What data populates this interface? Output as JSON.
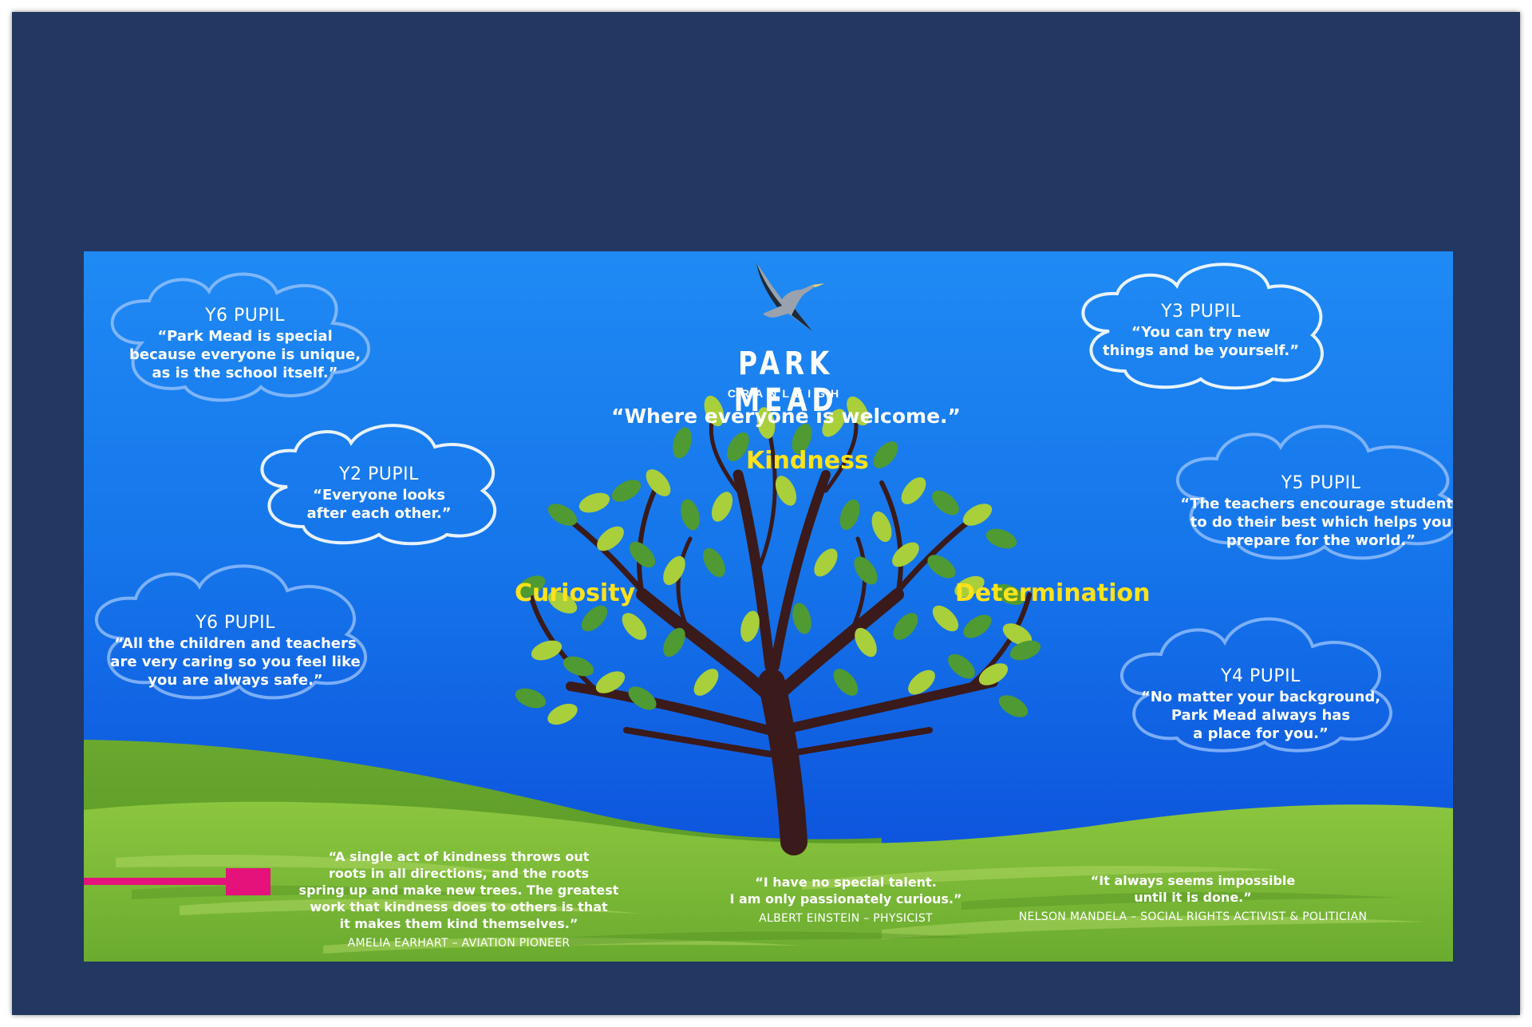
{
  "poster": {
    "brand_name": "PARK MEAD",
    "brand_location": "CRANLEIGH",
    "tagline": "“Where everyone is welcome.”",
    "values": {
      "top": "Kindness",
      "left": "Curiosity",
      "right": "Determination"
    }
  },
  "pupil_clouds": [
    {
      "label": "Y6 PUPIL",
      "quote": "“Park Mead is special\nbecause everyone is unique,\nas is the school itself.”"
    },
    {
      "label": "Y2 PUPIL",
      "quote": "“Everyone looks\nafter each other.”"
    },
    {
      "label": "Y6 PUPIL",
      "quote": "“All the children and teachers\nare very caring so you feel like\nyou are always safe.”"
    },
    {
      "label": "Y3 PUPIL",
      "quote": "“You can try new\nthings and be yourself.”"
    },
    {
      "label": "Y5 PUPIL",
      "quote": "“The teachers encourage students\nto do their best which helps you\nprepare for the world.”"
    },
    {
      "label": "Y4 PUPIL",
      "quote": "“No matter your background,\nPark Mead always has\na place for you.”"
    }
  ],
  "famous_quotes": [
    {
      "text": "“A single act of kindness throws out\nroots in all directions, and the roots\nspring up and make new trees. The greatest\nwork that kindness does to others is that\nit makes them kind themselves.”",
      "author": "AMELIA EARHART – AVIATION PIONEER"
    },
    {
      "text": "“I have no special talent.\nI am only passionately curious.”",
      "author": "ALBERT EINSTEIN – PHYSICIST"
    },
    {
      "text": "“It always seems impossible\nuntil it is done.”",
      "author": "NELSON MANDELA – SOCIAL RIGHTS ACTIVIST & POLITICIAN"
    }
  ],
  "colors": {
    "frame": "#223761",
    "sky_top": "#1f8af4",
    "sky_bottom": "#0a48d8",
    "grass": "#7ec03a",
    "value_text": "#ffe21a",
    "trunk": "#3a1a1a",
    "leaf_dark": "#4f9a33",
    "leaf_light": "#a9cf3b",
    "accent_pink": "#e4127a"
  },
  "icons": {
    "logo": "crane-bird-icon",
    "tree": "tree-illustration"
  }
}
